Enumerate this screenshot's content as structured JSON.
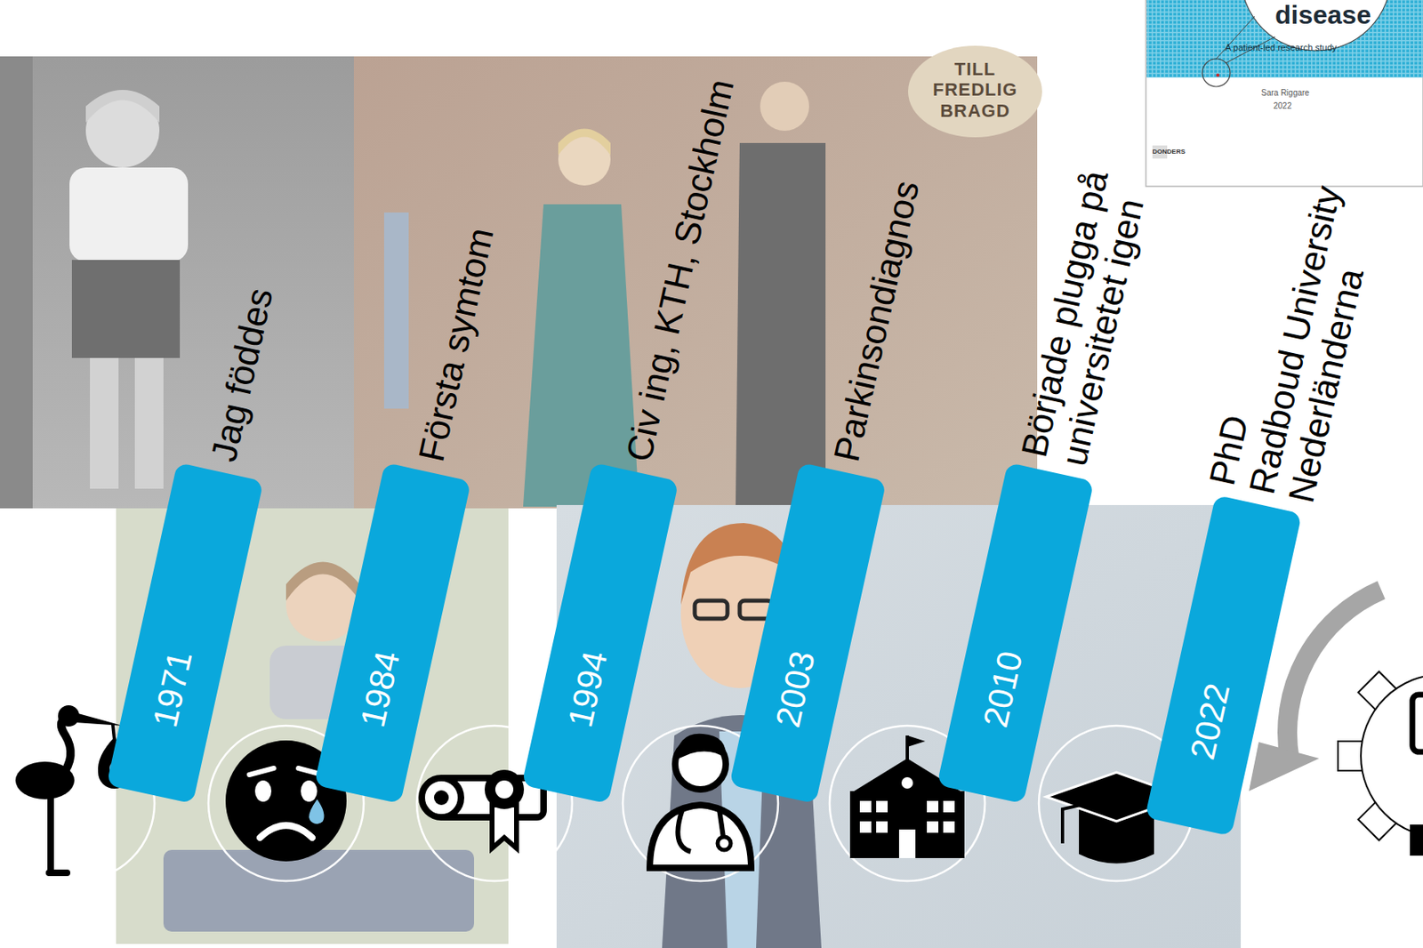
{
  "diagram": {
    "nodes": [
      {
        "text": [
          "Jag föddes",
          "1971"
        ]
      },
      {
        "text": [
          "Första symtom",
          "1984"
        ]
      },
      {
        "text": [
          "Civ ing, KTH, Stockholm",
          "1994"
        ]
      },
      {
        "text": [
          "Parkinsondiagnos",
          "2003"
        ]
      },
      {
        "text": [
          "Började plugga på universitetet igen",
          "2010"
        ]
      },
      {
        "text": [
          "PhD",
          "Radboud University",
          "Nederländerna",
          "2022"
        ]
      }
    ],
    "labels": [
      "disease",
      "A patient-led research study",
      "Sara Riggare",
      "2022",
      "DONDERS",
      "TILL FREDLIG BRAGD"
    ]
  }
}
